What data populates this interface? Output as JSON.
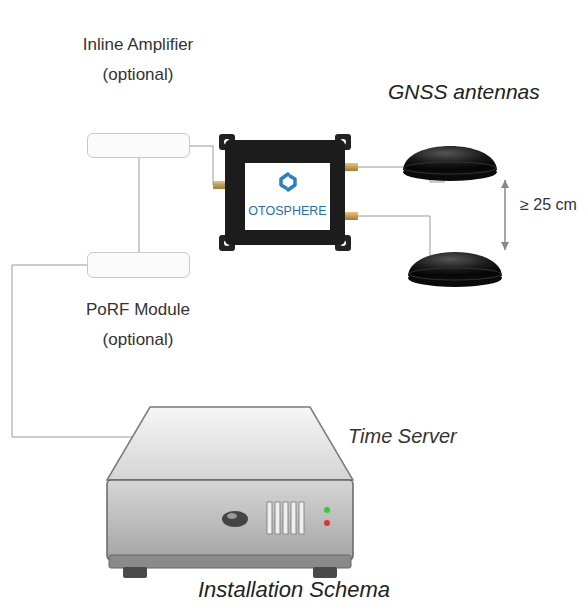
{
  "diagram": {
    "caption": "Installation Schema",
    "nodes": [
      {
        "text": [
          "Inline Amplifier (optional)"
        ]
      },
      {
        "text": [
          "OTOSPHERE"
        ]
      },
      {
        "text": [
          "PoRF Module (optional)"
        ]
      },
      {
        "text": [
          "Time Server"
        ]
      }
    ],
    "edges": [
      {
        "from": 0,
        "to": 1,
        "arrow": "none"
      },
      {
        "from": 0,
        "to": 2,
        "arrow": "none"
      },
      {
        "from": 2,
        "to": 3,
        "arrow": "none"
      }
    ],
    "labels": [
      "GNSS antennas",
      "≥ 25 cm"
    ]
  }
}
